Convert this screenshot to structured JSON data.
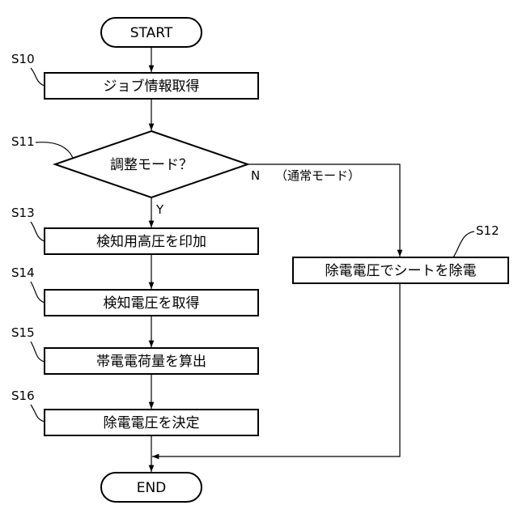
{
  "start_label": "START",
  "end_label": "END",
  "steps": {
    "s10": {
      "id": "S10",
      "label": "ジョブ情報取得"
    },
    "s11": {
      "id": "S11",
      "label": "調整モード？"
    },
    "s12": {
      "id": "S12",
      "label": "除電電圧でシートを除電"
    },
    "s13": {
      "id": "S13",
      "label": "検知用高圧を印加"
    },
    "s14": {
      "id": "S14",
      "label": "検知電圧を取得"
    },
    "s15": {
      "id": "S15",
      "label": "帯電電荷量を算出"
    },
    "s16": {
      "id": "S16",
      "label": "除電電圧を決定"
    }
  },
  "branches": {
    "yes": "Y",
    "no": "N",
    "no_note": "（通常モード）"
  }
}
